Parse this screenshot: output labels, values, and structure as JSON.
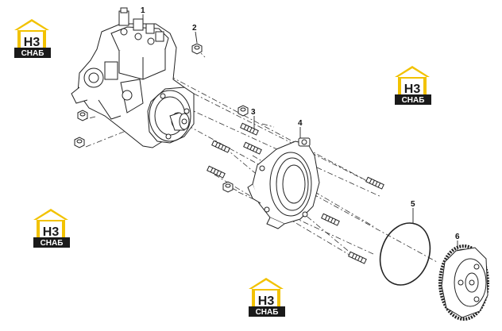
{
  "watermark": {
    "brand_letters": "Н3",
    "brand_sub": "СНАБ",
    "colors": {
      "roof": "#f2c200",
      "box": "#1a1a1a",
      "text": "#ffffff"
    }
  },
  "callouts": [
    {
      "id": "1",
      "label": "1"
    },
    {
      "id": "2",
      "label": "2"
    },
    {
      "id": "3",
      "label": "3"
    },
    {
      "id": "4",
      "label": "4"
    },
    {
      "id": "5",
      "label": "5"
    },
    {
      "id": "6",
      "label": "6"
    }
  ],
  "parts": {
    "1": "fuel-injection-pump",
    "2": "nut",
    "3": "stud",
    "4": "pump-housing-adapter",
    "5": "o-ring",
    "6": "pump-drive-gear"
  }
}
